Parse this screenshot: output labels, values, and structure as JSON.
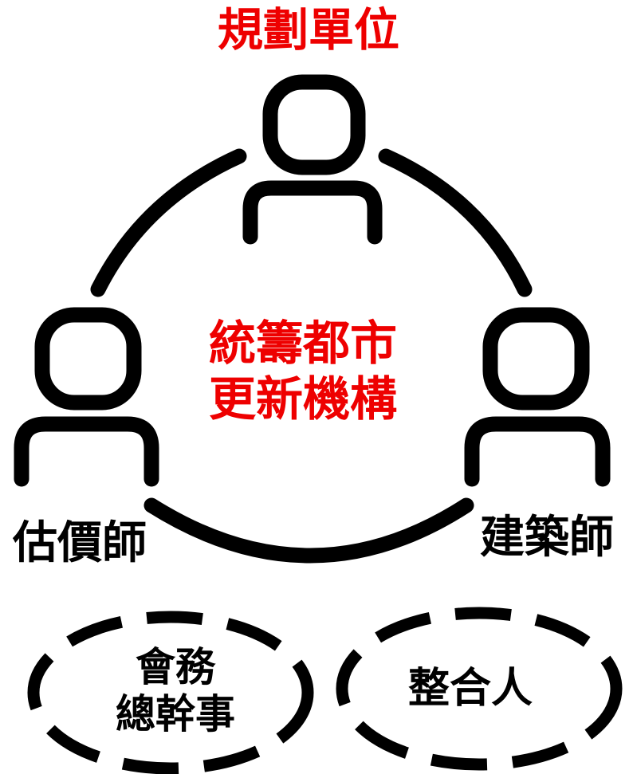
{
  "colors": {
    "accent": "#ee0000",
    "ink": "#000000",
    "background": "#ffffff"
  },
  "roles": {
    "top": {
      "label": "規劃單位",
      "icon": "person-icon"
    },
    "left": {
      "label": "估價師",
      "icon": "person-icon"
    },
    "right": {
      "label": "建築師",
      "icon": "person-icon"
    }
  },
  "center": {
    "line1": "統籌都市",
    "line2": "更新機構"
  },
  "optional_roles": {
    "meeting_secretary": {
      "line1": "會務",
      "line2": "總幹事"
    },
    "integrator": {
      "label": "整合人"
    }
  }
}
